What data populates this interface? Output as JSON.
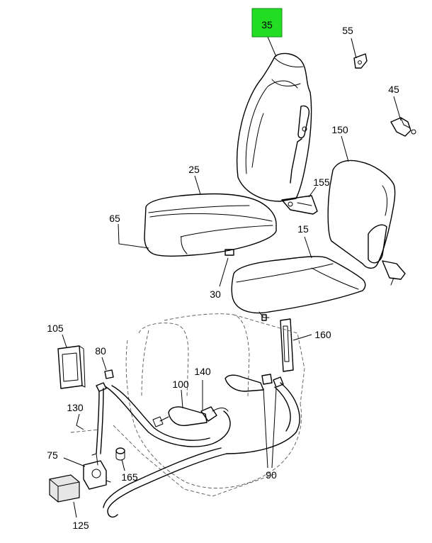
{
  "highlight": {
    "label": "35",
    "color": "#22dd22"
  },
  "labels": {
    "p15": "15",
    "p25": "25",
    "p30": "30",
    "p45": "45",
    "p55": "55",
    "p65": "65",
    "p75": "75",
    "p80": "80",
    "p90": "90",
    "p100": "100",
    "p105": "105",
    "p125": "125",
    "p130": "130",
    "p140": "140",
    "p150": "150",
    "p155": "155",
    "p160": "160",
    "p165": "165"
  }
}
